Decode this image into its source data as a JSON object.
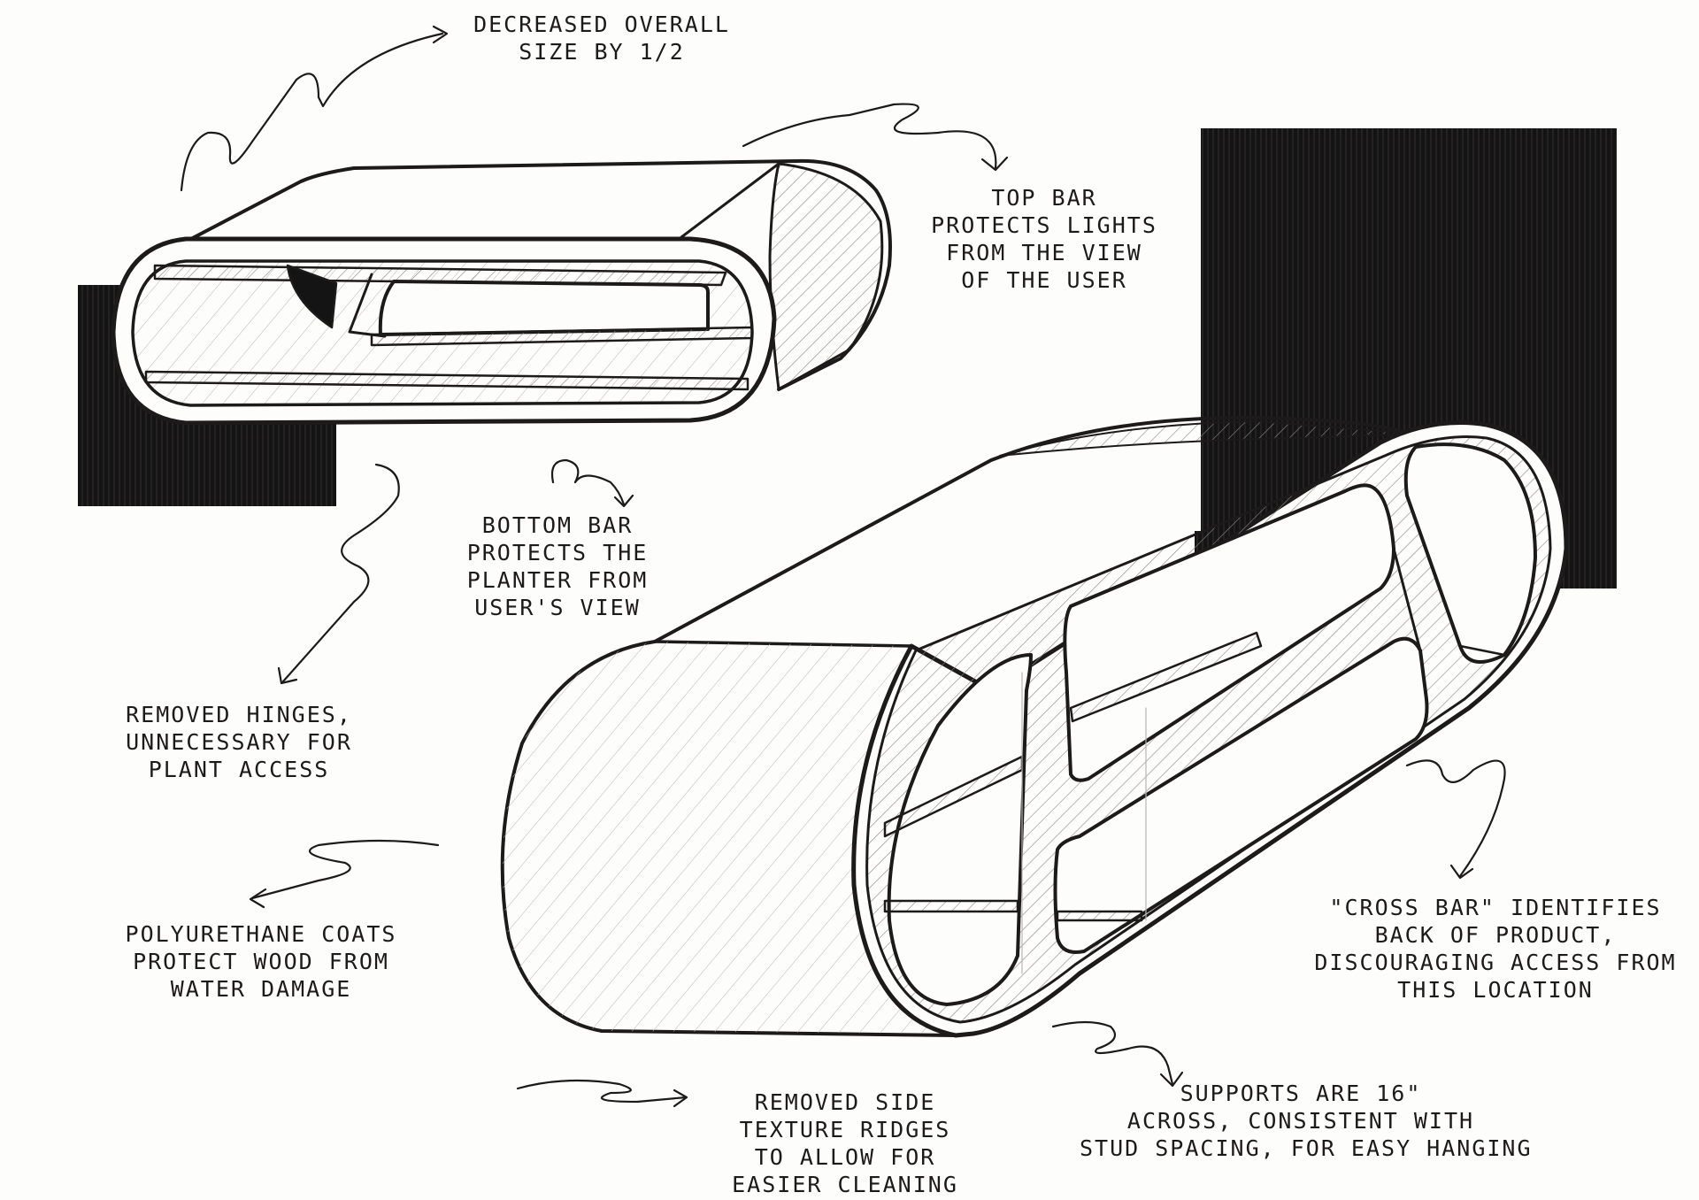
{
  "annotations": {
    "size": [
      "DECREASED OVERALL",
      "SIZE BY 1/2"
    ],
    "top_bar": [
      "TOP BAR",
      "PROTECTS LIGHTS",
      "FROM THE VIEW",
      "OF THE USER"
    ],
    "bottom_bar": [
      "BOTTOM BAR",
      "PROTECTS THE",
      "PLANTER FROM",
      "USER'S VIEW"
    ],
    "hinges": [
      "REMOVED HINGES,",
      "UNNECESSARY FOR",
      "PLANT ACCESS"
    ],
    "polyurethane": [
      "POLYURETHANE COATS",
      "PROTECT WOOD FROM",
      "WATER DAMAGE"
    ],
    "cross_bar": [
      "\"CROSS BAR\" IDENTIFIES",
      "BACK OF PRODUCT,",
      "DISCOURAGING ACCESS FROM",
      "THIS LOCATION"
    ],
    "ridges": [
      "REMOVED SIDE",
      "TEXTURE RIDGES",
      "TO ALLOW FOR",
      "EASIER CLEANING"
    ],
    "supports": [
      "SUPPORTS ARE 16\"",
      "ACROSS, CONSISTENT WITH",
      "STUD SPACING, FOR EASY HANGING"
    ]
  },
  "colors": {
    "ink": "#1c1a1a",
    "marker_black": "#141414",
    "paper": "#fdfdfb",
    "hatch": "#8a8585"
  }
}
